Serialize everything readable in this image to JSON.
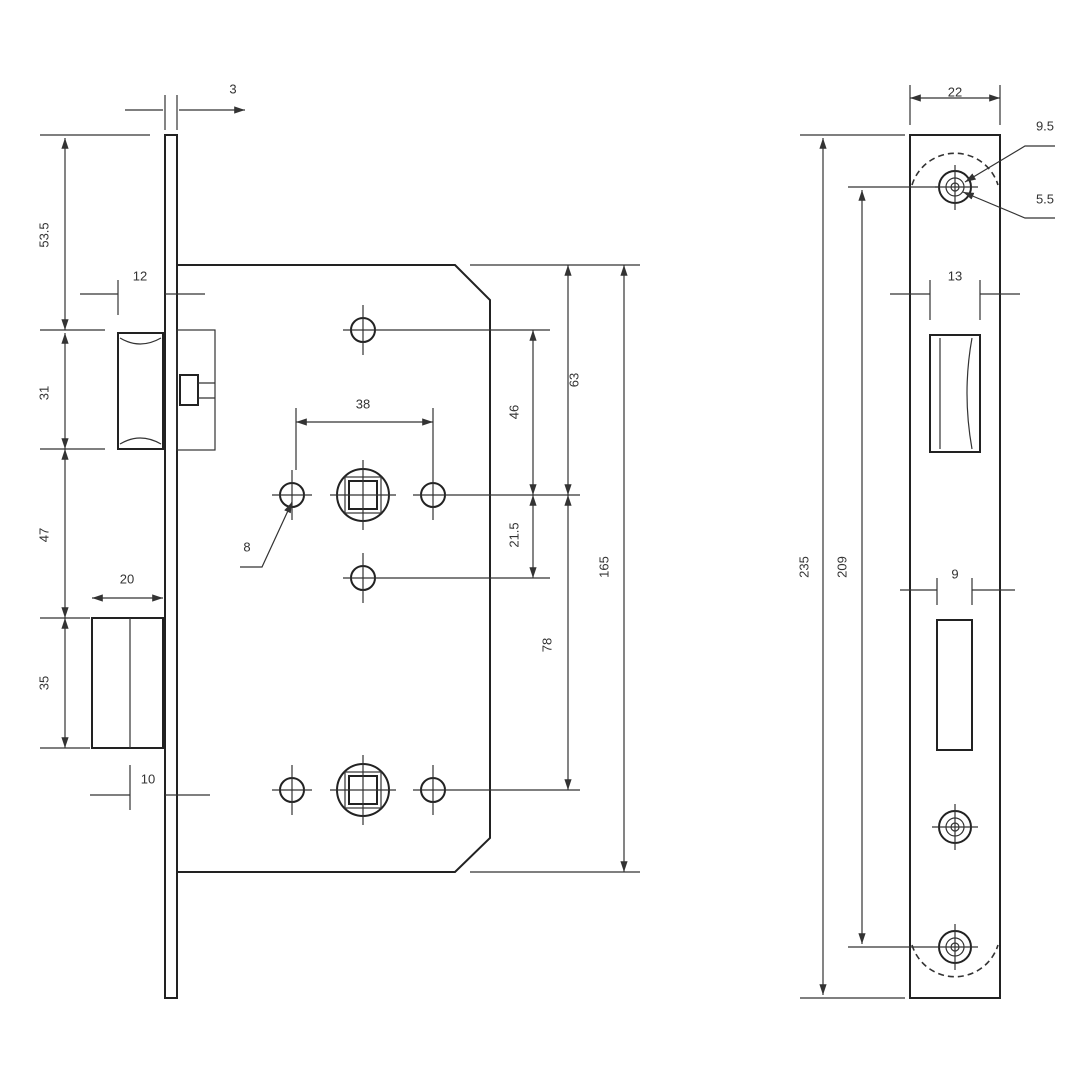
{
  "lock_view": {
    "dims": {
      "faceplate_thickness": "3",
      "top_to_latch": "53.5",
      "latch_projection": "12",
      "latch_height": "31",
      "latch_to_bolt": "47",
      "bolt_projection": "20",
      "bolt_height": "35",
      "bolt_offset": "10",
      "hole_spacing": "38",
      "hole_diameter": "8",
      "upper_screw_to_spindle": "46",
      "spindle_to_lower_screw": "21.5",
      "top_to_spindle": "63",
      "spindle_to_spindle": "78",
      "body_height": "165"
    }
  },
  "strike_view": {
    "dims": {
      "width": "22",
      "countersink_diameter": "9.5",
      "hole_diameter": "5.5",
      "latch_slot_width": "13",
      "bolt_slot_width": "9",
      "total_height": "235",
      "screw_spacing": "209"
    }
  }
}
